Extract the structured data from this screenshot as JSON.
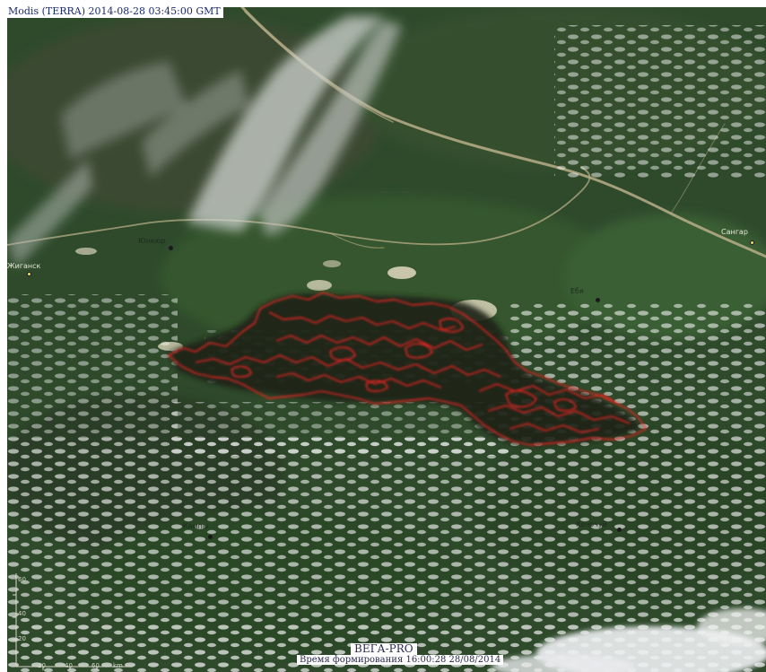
{
  "header": {
    "title": "Modis (TERRA) 2014-08-28 03:45:00 GMT"
  },
  "footer": {
    "brand": "ВЕГА-PRO",
    "generated": "Время формирования 16:00:28 28/08/2014"
  },
  "places": [
    {
      "id": "sangar",
      "label": "Сангар",
      "light": true
    },
    {
      "id": "zhigansk-left",
      "label": "Жиганск",
      "light": true
    },
    {
      "id": "yuchyugei",
      "label": "Юнкюр",
      "light": false
    },
    {
      "id": "ebya",
      "label": "Ебя",
      "light": false
    },
    {
      "id": "kampy",
      "label": "Кампы",
      "light": false
    },
    {
      "id": "chochuy",
      "label": "Кочочуй",
      "light": false
    }
  ],
  "scale": {
    "y_ticks": [
      "60",
      "40",
      "20"
    ],
    "x_ticks": [
      "20",
      "40",
      "60",
      "km"
    ]
  },
  "colors": {
    "fire_outline": "#ff2020",
    "forest": "#2f4a2c",
    "caption_text": "#1a2a6a"
  }
}
